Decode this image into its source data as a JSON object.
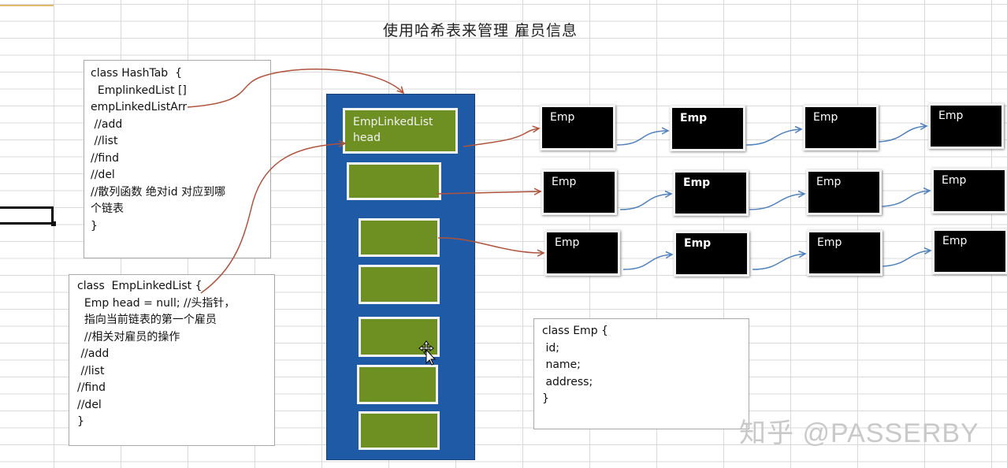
{
  "title": "使用哈希表来管理 雇员信息",
  "hashtab_code": [
    "class HashTab  {",
    "  EmplinkedList []",
    "empLinkedListArr",
    " //add",
    " //list",
    "//find",
    "//del",
    "//散列函数 绝对id 对应到哪",
    "个链表",
    "}"
  ],
  "emplinkedlist_code": [
    "class  EmpLinkedList {",
    "  Emp head = null; //头指针，",
    "  指向当前链表的第一个雇员",
    "  //相关对雇员的操作",
    " //add",
    " //list",
    "//find",
    "//del",
    "}"
  ],
  "emp_code": [
    "class Emp {",
    " id;",
    " name;",
    " address;",
    "}"
  ],
  "array_slots": [
    {
      "label": "EmpLinkedList\nhead"
    },
    {
      "label": ""
    },
    {
      "label": ""
    },
    {
      "label": ""
    },
    {
      "label": ""
    },
    {
      "label": ""
    },
    {
      "label": ""
    }
  ],
  "emp_rows": [
    [
      "Emp",
      "Emp",
      "Emp",
      "Emp"
    ],
    [
      "Emp",
      "Emp",
      "Emp",
      "Emp"
    ],
    [
      "Emp",
      "Emp",
      "Emp",
      "Emp"
    ]
  ],
  "watermark": "知乎 @PASSERBY",
  "colors": {
    "array_panel": "#1f5aa6",
    "slot_fill": "#6e8f22",
    "emp_node": "#000000",
    "red_arrow": "#b0533a",
    "blue_arrow": "#4f81bd"
  },
  "icons": {
    "cursor": "move-cursor-icon"
  }
}
